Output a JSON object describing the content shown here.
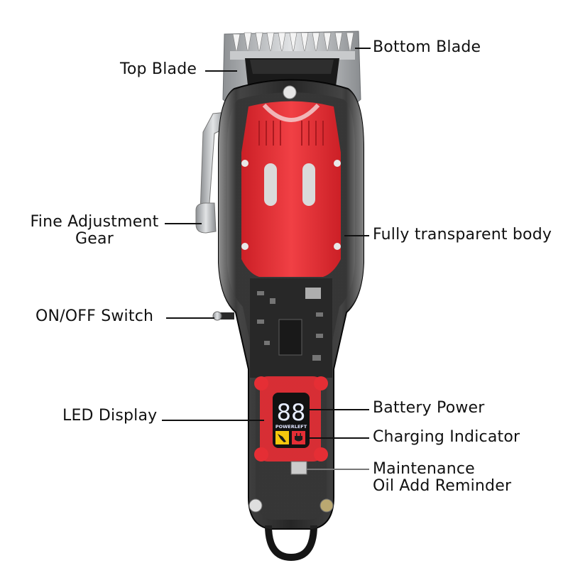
{
  "diagram": {
    "subject": "Transparent cordless hair clipper",
    "colors": {
      "body_red": "#e4232a",
      "shell_black": "#141414",
      "metal": "#b9bcbf",
      "led_digits": "#e6ecff",
      "oil_icon_bg": "#f5c400",
      "charge_icon_bg": "#e4232a",
      "label_text": "#111111"
    },
    "led_display": {
      "digits": "88",
      "caption": "POWERLEFT",
      "icons": [
        "oil-can-icon",
        "plug-icon"
      ]
    },
    "labels": [
      {
        "id": "bottom_blade",
        "text": "Bottom Blade",
        "side": "right"
      },
      {
        "id": "top_blade",
        "text": "Top Blade",
        "side": "left"
      },
      {
        "id": "fine_adjustment",
        "line1": "Fine Adjustment",
        "line2": "Gear",
        "side": "left"
      },
      {
        "id": "transparent_body",
        "text": "Fully transparent body",
        "side": "right"
      },
      {
        "id": "on_off",
        "text": "ON/OFF Switch",
        "side": "left"
      },
      {
        "id": "led_display",
        "text": "LED Display",
        "side": "left"
      },
      {
        "id": "battery_power",
        "text": "Battery Power",
        "side": "right"
      },
      {
        "id": "charging",
        "text": "Charging Indicator",
        "side": "right"
      },
      {
        "id": "maintenance",
        "line1": "Maintenance",
        "line2": "Oil Add Reminder",
        "side": "right"
      }
    ]
  }
}
